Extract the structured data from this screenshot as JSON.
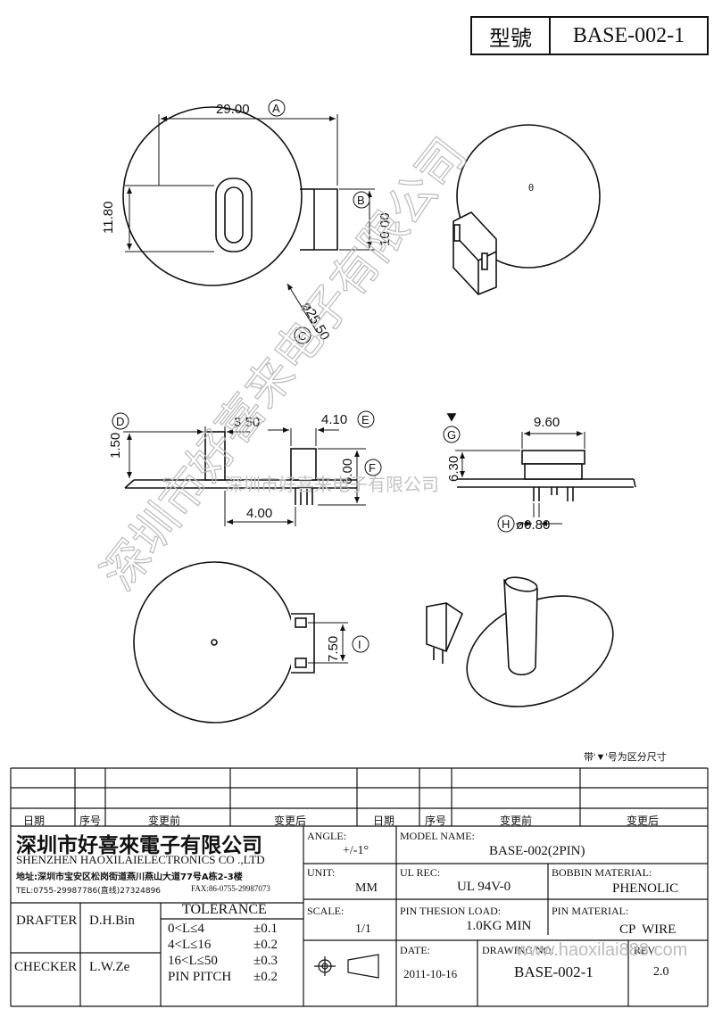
{
  "title_block_top": {
    "label": "型號",
    "model": "BASE-002-1"
  },
  "dimensions": {
    "A": "29.00",
    "B": "10.00",
    "C_dia": "ø25.50",
    "height_left": "11.80",
    "D": "1.50",
    "d350": "3.50",
    "E": "4.10",
    "F": "6.00",
    "d400": "4.00",
    "d960": "9.60",
    "G": "6.30",
    "H": "ø0.80",
    "I": "7.50",
    "pin_mark": "θ"
  },
  "callouts": [
    "A",
    "B",
    "C",
    "D",
    "E",
    "F",
    "G",
    "H",
    "I"
  ],
  "watermark": {
    "diagonal": "深圳市好喜来电子有限公司",
    "horizontal": "深圳市好喜来电子有限公司"
  },
  "note": "带‘▼’号为区分尺寸",
  "revision_headers": [
    "日期",
    "序号",
    "变更前",
    "变更后",
    "日期",
    "序号",
    "变更前",
    "变更后"
  ],
  "company": {
    "name_cn": "深圳市好喜來電子有限公司",
    "name_en": "SHENZHEN HAOXILAIELECTRONICS CO .,LTD",
    "address": "地址:深圳市宝安区松岗街道燕川燕山大道77号A栋2-3楼",
    "tel": "TEL:0755-29987786(直线)27324896",
    "fax": "FAX:86-0755-29987073"
  },
  "fields": {
    "angle_label": "ANGLE:",
    "angle_value": "+/-1°",
    "model_name_label": "MODEL NAME:",
    "model_name_value": "BASE-002(2PIN)",
    "unit_label": "UNIT:",
    "unit_value": "MM",
    "ul_rec_label": "UL REC:",
    "ul_rec_value": "UL 94V-0",
    "bobbin_label": "BOBBIN MATERIAL:",
    "bobbin_value": "PHENOLIC",
    "scale_label": "SCALE:",
    "scale_value": "1/1",
    "pin_load_label": "PIN THESION LOAD:",
    "pin_load_value": "1.0KG MIN",
    "pin_material_label": "PIN MATERIAL:",
    "pin_material_value": "CP  WIRE",
    "date_label": "DATE:",
    "date_value": "2011-10-16",
    "drawing_no_label": "DRAWING NO:",
    "drawing_no_value": "BASE-002-1",
    "rev_label": "REV:",
    "rev_value": "2.0"
  },
  "people": {
    "drafter_label": "DRAFTER",
    "drafter_value": "D.H.Bin",
    "checker_label": "CHECKER",
    "checker_value": "L.W.Ze"
  },
  "tolerance": {
    "title": "TOLERANCE",
    "rows": [
      {
        "range": "0<L≤4",
        "value": "±0.1"
      },
      {
        "range": "4<L≤16",
        "value": "±0.2"
      },
      {
        "range": "16<L≤50",
        "value": "±0.3"
      },
      {
        "range": "PIN PITCH",
        "value": "±0.2"
      }
    ]
  },
  "site_watermark": "www.haoxilai888.com"
}
